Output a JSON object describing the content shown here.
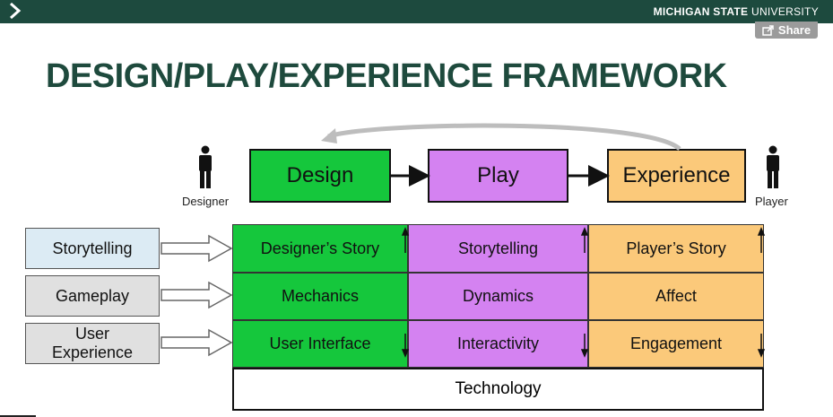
{
  "header": {
    "brand_bold": "MICHIGAN STATE",
    "brand_light": "UNIVERSITY"
  },
  "share": {
    "label": "Share",
    "icon": "share-icon"
  },
  "slide": {
    "title": "DESIGN/PLAY/EXPERIENCE FRAMEWORK",
    "flow": {
      "design": "Design",
      "play": "Play",
      "experience": "Experience"
    },
    "roles": {
      "designer": "Designer",
      "player": "Player"
    },
    "left_labels": {
      "storytelling": "Storytelling",
      "gameplay": "Gameplay",
      "user_experience": "User Experience"
    },
    "grid": {
      "design": [
        "Designer’s Story",
        "Mechanics",
        "User Interface"
      ],
      "play": [
        "Storytelling",
        "Dynamics",
        "Interactivity"
      ],
      "experience": [
        "Player’s Story",
        "Affect",
        "Engagement"
      ]
    },
    "technology": "Technology"
  },
  "colors": {
    "green": "#15c73c",
    "purple": "#d482f1",
    "orange": "#fbc97a",
    "leftblue": "#dcebf4",
    "leftgray": "#e0e0e0",
    "header": "#1d4a3e",
    "title": "#1e4a3d"
  }
}
